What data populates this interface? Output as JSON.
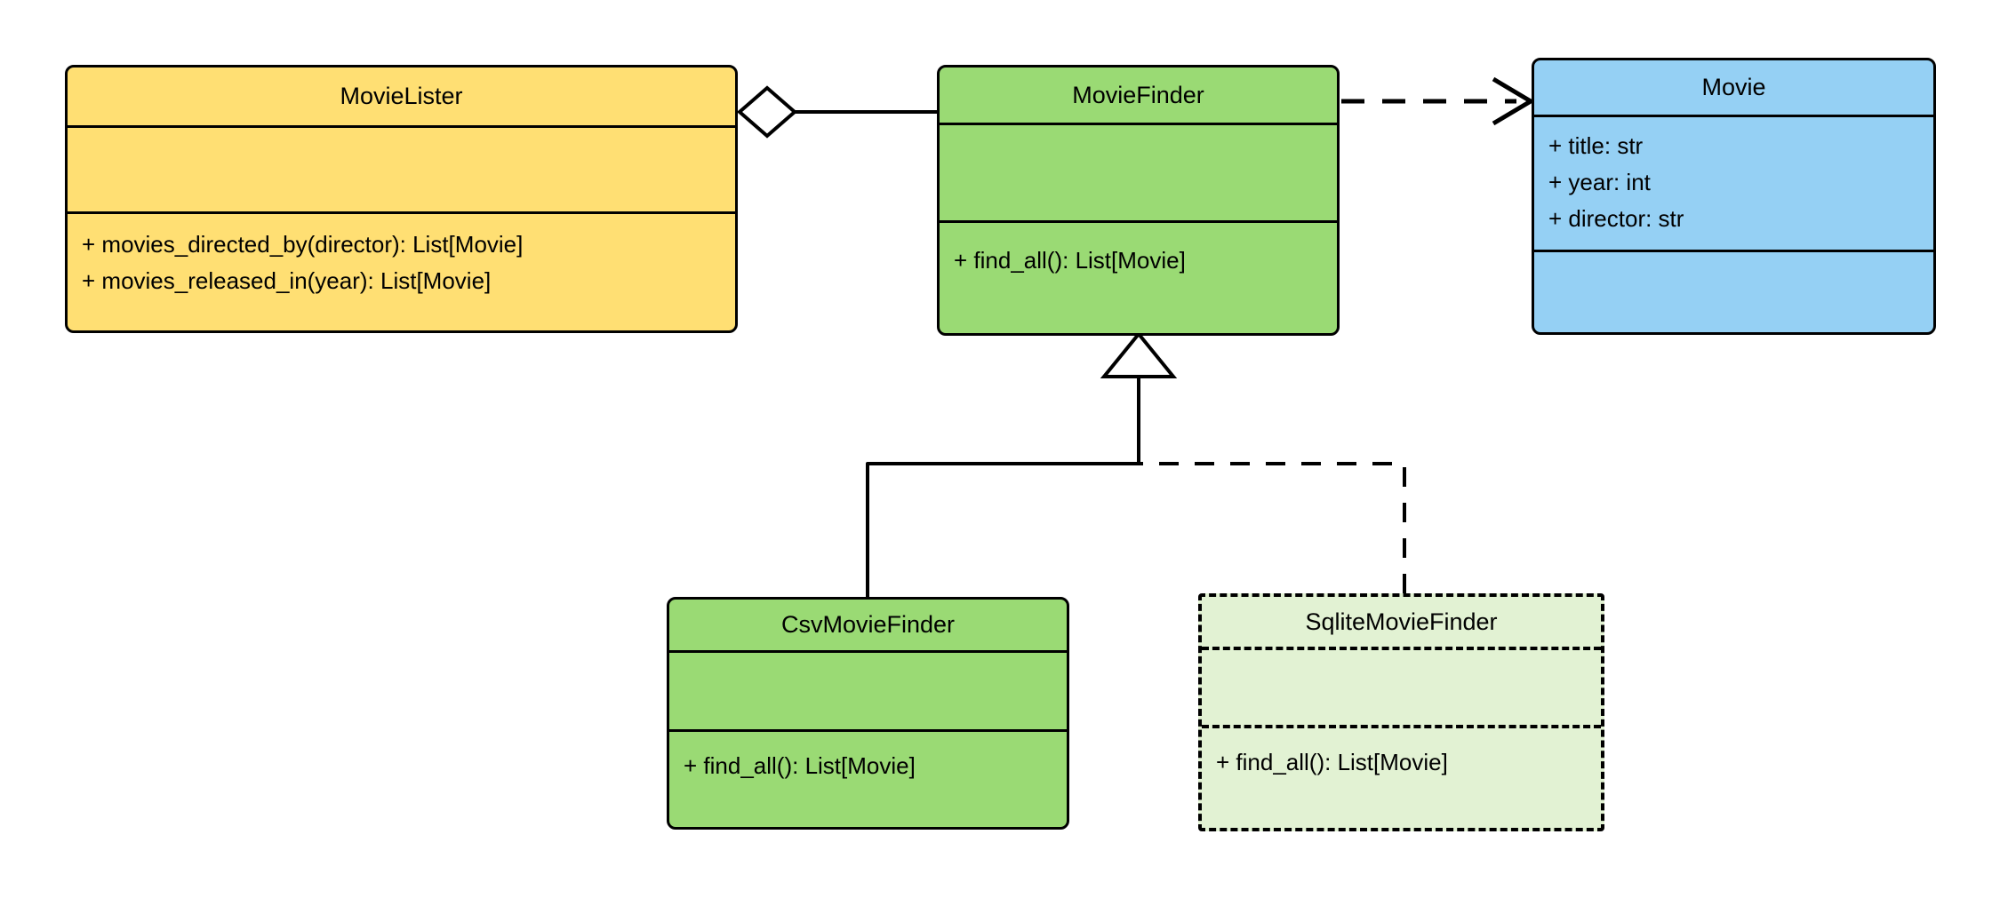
{
  "diagram": {
    "type": "uml-class-diagram",
    "title": "MovieLister dependency injection class diagram",
    "background": "#ffffff",
    "stroke_color": "#000000"
  },
  "palette": {
    "yellow": "#FFDF73",
    "green": "#9ADA74",
    "blue": "#95D0F4",
    "pale_green": "#E2F2D3",
    "outline": "#000000"
  },
  "classes": [
    {
      "id": "MovieLister",
      "name": "MovieLister",
      "fill": "#FFDF73",
      "style": "solid",
      "attributes": [],
      "operations": [
        "+ movies_directed_by(director): List[Movie]",
        "+ movies_released_in(year): List[Movie]"
      ]
    },
    {
      "id": "MovieFinder",
      "name": "MovieFinder",
      "fill": "#9ADA74",
      "style": "solid",
      "attributes": [],
      "operations": [
        "+ find_all(): List[Movie]"
      ]
    },
    {
      "id": "Movie",
      "name": "Movie",
      "fill": "#95D0F4",
      "style": "solid",
      "attributes": [
        "+ title: str",
        "+ year: int",
        "+ director: str"
      ],
      "operations": []
    },
    {
      "id": "CsvMovieFinder",
      "name": "CsvMovieFinder",
      "fill": "#9ADA74",
      "style": "solid",
      "attributes": [],
      "operations": [
        "+ find_all(): List[Movie]"
      ]
    },
    {
      "id": "SqliteMovieFinder",
      "name": "SqliteMovieFinder",
      "fill": "#E2F2D3",
      "style": "dashed",
      "attributes": [],
      "operations": [
        "+ find_all(): List[Movie]"
      ]
    }
  ],
  "relationships": [
    {
      "id": "aggregation-movielister-moviefinder",
      "kind": "aggregation",
      "from": "MovieLister",
      "to": "MovieFinder",
      "line": "solid",
      "source_decoration": "hollow-diamond",
      "target_decoration": "none"
    },
    {
      "id": "dependency-moviefinder-movie",
      "kind": "dependency",
      "from": "MovieFinder",
      "to": "Movie",
      "line": "dashed",
      "source_decoration": "none",
      "target_decoration": "open-arrow"
    },
    {
      "id": "inheritance-csvmoviefinder-moviefinder",
      "kind": "generalization",
      "from": "CsvMovieFinder",
      "to": "MovieFinder",
      "line": "solid",
      "source_decoration": "none",
      "target_decoration": "hollow-triangle"
    },
    {
      "id": "inheritance-sqlitemoviefinder-moviefinder",
      "kind": "generalization",
      "from": "SqliteMovieFinder",
      "to": "MovieFinder",
      "line": "dashed",
      "source_decoration": "none",
      "target_decoration": "hollow-triangle"
    }
  ]
}
